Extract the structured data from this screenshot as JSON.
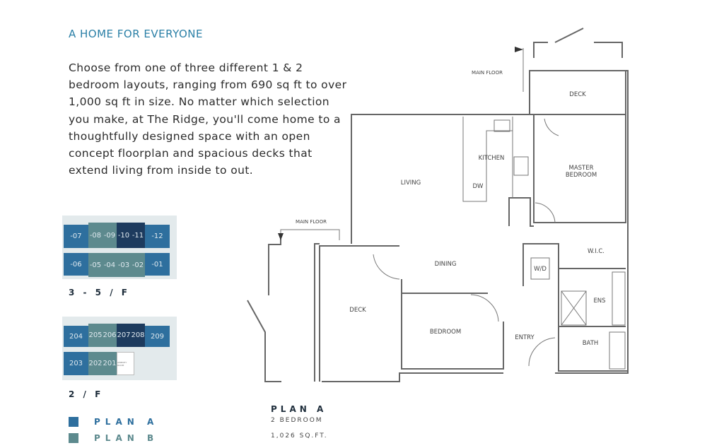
{
  "heading": "A HOME FOR EVERYONE",
  "description": "Choose from one of three different 1 & 2 bedroom layouts, ranging from 690 sq ft to over 1,000 sq ft in size. No matter which selection you make, at The Ridge, you'll come home to a thoughtfully designed space with an open concept floorplan and spacious decks that extend living from inside to out.",
  "site_plans": [
    {
      "floor_label": "3 - 5 / F",
      "top_units": [
        "-07",
        "-08",
        "-09",
        "-10",
        "-11",
        "-12"
      ],
      "bottom_units": [
        "-06",
        "-05",
        "-04",
        "-03",
        "-02",
        "-01"
      ]
    },
    {
      "floor_label": "2 / F",
      "top_units": [
        "204",
        "205",
        "206",
        "207",
        "208",
        "209"
      ],
      "bottom_units": [
        "203",
        "202",
        "201"
      ],
      "amenity_label": "AMENITY ROOM"
    }
  ],
  "legend": [
    {
      "label": "PLAN A",
      "color": "#2e6f9e"
    },
    {
      "label": "PLAN B",
      "color": "#5d8a8e"
    }
  ],
  "plan": {
    "name": "PLAN A",
    "bedrooms": "2 BEDROOM",
    "area": "1,026 SQ.FT."
  },
  "rooms": {
    "living": "LIVING",
    "kitchen": "KITCHEN",
    "dw": "DW",
    "master": "MASTER",
    "bedroom_word": "BEDROOM",
    "deck": "DECK",
    "wic": "W.I.C.",
    "wd": "W/D",
    "dining": "DINING",
    "ens": "ENS",
    "bedroom": "BEDROOM",
    "entry": "ENTRY",
    "bath": "BATH",
    "main_floor": "MAIN FLOOR"
  },
  "colors": {
    "plan_a": "#2e6f9e",
    "plan_b": "#5d8a8e",
    "plan_c": "#1d3b5e",
    "accent": "#2a7fa6"
  }
}
